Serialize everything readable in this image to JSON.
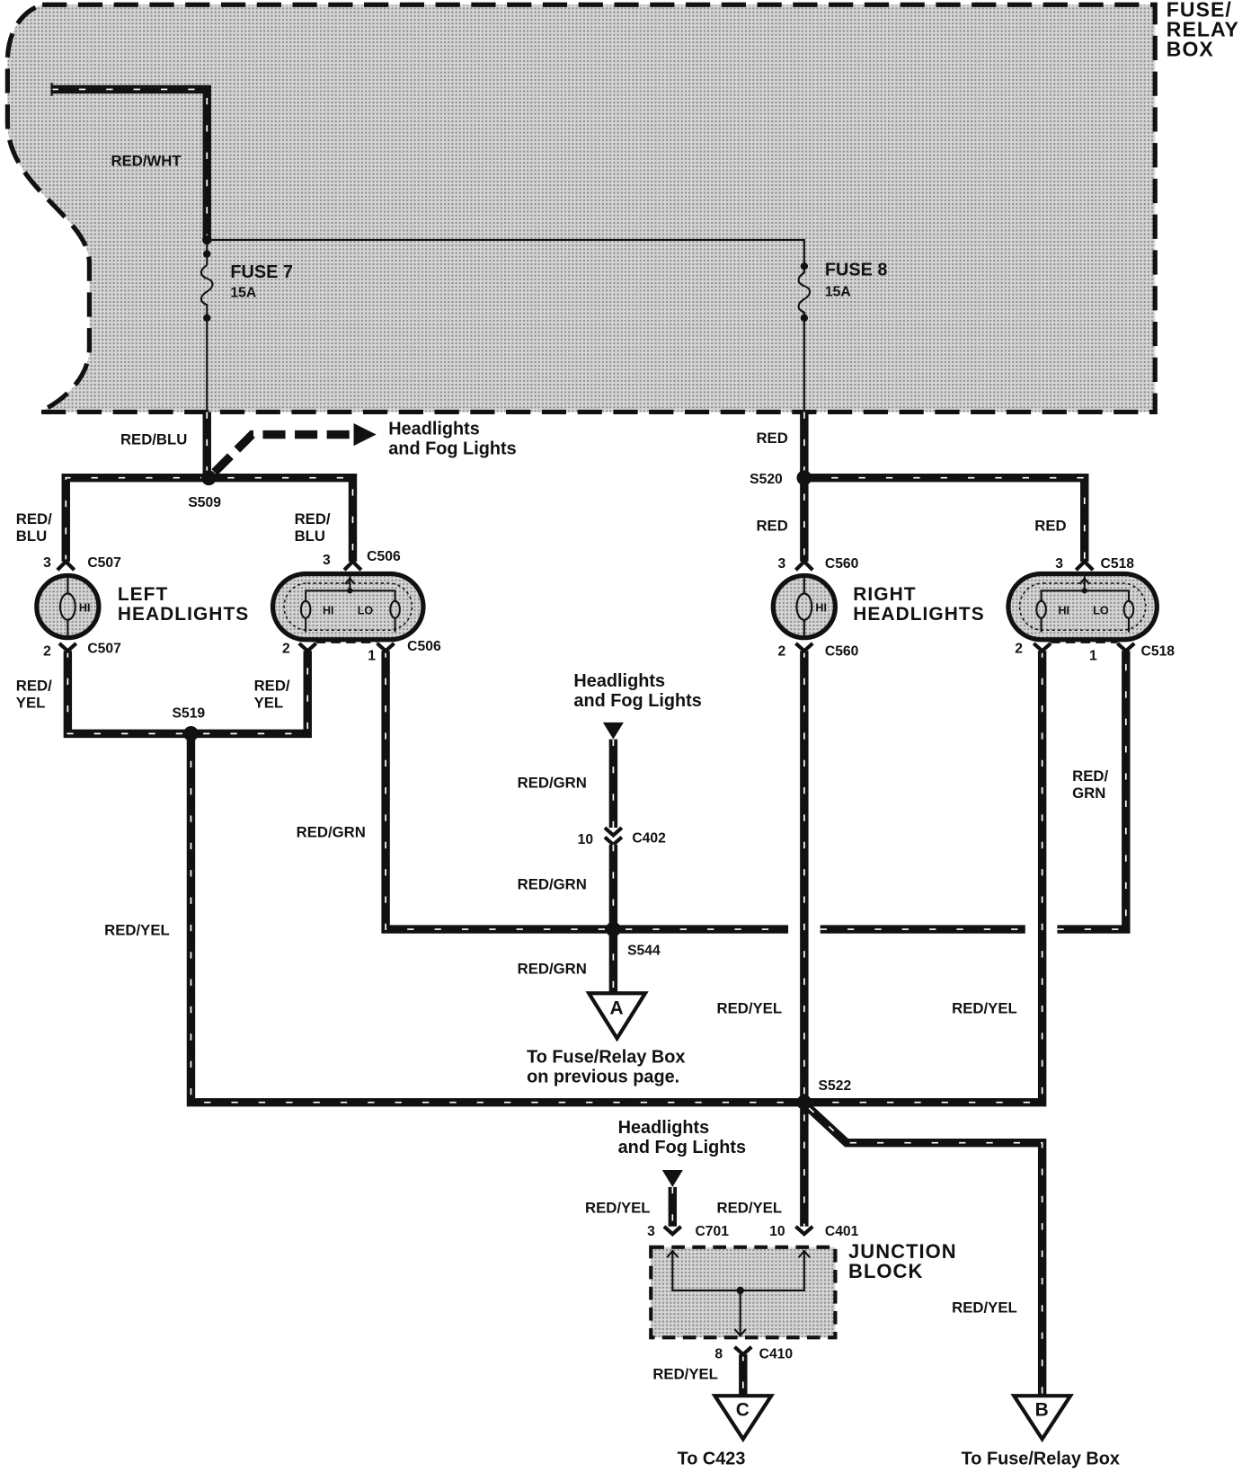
{
  "fuse_relay_box": {
    "title_lines": [
      "FUSE/",
      "RELAY",
      "BOX"
    ]
  },
  "fuses": [
    {
      "name": "FUSE 7",
      "rating": "15A"
    },
    {
      "name": "FUSE 8",
      "rating": "15A"
    }
  ],
  "splices": [
    "S509",
    "S520",
    "S519",
    "S544",
    "S522"
  ],
  "headlights": {
    "left": {
      "name_lines": [
        "LEFT",
        "HEADLIGHTS"
      ],
      "single_bulb": "HI",
      "dual_bulb": {
        "hi": "HI",
        "lo": "LO"
      }
    },
    "right": {
      "name_lines": [
        "RIGHT",
        "HEADLIGHTS"
      ],
      "single_bulb": "HI",
      "dual_bulb": {
        "hi": "HI",
        "lo": "LO"
      }
    }
  },
  "junction_block": {
    "name_lines": [
      "JUNCTION",
      "BLOCK"
    ]
  },
  "connector_pins": [
    {
      "pin": "3",
      "connector": "C507"
    },
    {
      "pin": "3",
      "connector": "C506"
    },
    {
      "pin": "3",
      "connector": "C560"
    },
    {
      "pin": "3",
      "connector": "C518"
    },
    {
      "pin": "2",
      "connector": "C507"
    },
    {
      "pin": "2"
    },
    {
      "pin": "1",
      "connector": "C506"
    },
    {
      "pin": "2",
      "connector": "C560"
    },
    {
      "pin": "2"
    },
    {
      "pin": "1",
      "connector": "C518"
    },
    {
      "pin": "10",
      "connector": "C402"
    },
    {
      "pin": "3",
      "connector": "C701"
    },
    {
      "pin": "10",
      "connector": "C401"
    },
    {
      "pin": "8",
      "connector": "C410"
    }
  ],
  "wire_labels": [
    [
      "RED/WHT"
    ],
    [
      "RED/BLU"
    ],
    [
      "RED/",
      "BLU"
    ],
    [
      "RED/",
      "BLU"
    ],
    [
      "RED"
    ],
    [
      "RED"
    ],
    [
      "RED"
    ],
    [
      "RED/",
      "YEL"
    ],
    [
      "RED/",
      "YEL"
    ],
    [
      "RED/GRN"
    ],
    [
      "RED/GRN"
    ],
    [
      "RED/",
      "GRN"
    ],
    [
      "RED/GRN"
    ],
    [
      "RED/YEL"
    ],
    [
      "RED/GRN"
    ],
    [
      "RED/YEL"
    ],
    [
      "RED/YEL"
    ],
    [
      "RED/YEL"
    ],
    [
      "RED/YEL"
    ],
    [
      "RED/YEL"
    ],
    [
      "RED/YEL"
    ]
  ],
  "circuit_refs": [
    {
      "lines": [
        "Headlights",
        "and Fog Lights"
      ]
    },
    {
      "lines": [
        "Headlights",
        "and Fog Lights"
      ]
    },
    {
      "lines": [
        "Headlights",
        "and Fog Lights"
      ]
    }
  ],
  "off_page_connectors": [
    {
      "letter": "A",
      "destination_lines": [
        "To Fuse/Relay Box",
        "on previous page."
      ]
    },
    {
      "letter": "B",
      "destination_lines": [
        "To Fuse/Relay Box"
      ]
    },
    {
      "letter": "C",
      "destination_lines": [
        "To C423"
      ]
    }
  ]
}
